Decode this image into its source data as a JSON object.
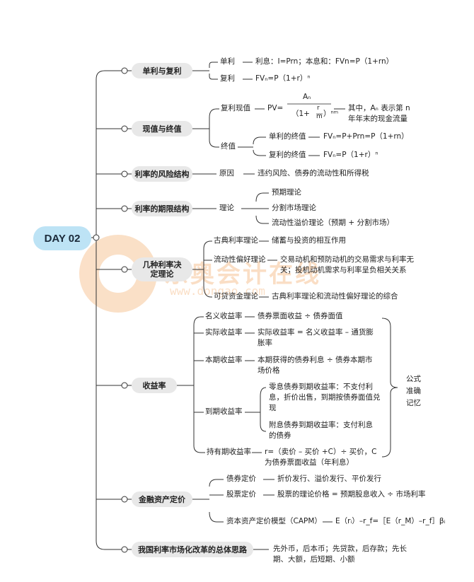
{
  "root": "DAY 02",
  "watermark": {
    "text": "东奥会计在线",
    "url": "www.dongao.com"
  },
  "simple_compound": {
    "label": "单利与复利",
    "simple": "单利",
    "simple_def": "利息：I=Prn；本息和：FVn=P（1+rn）",
    "compound": "复利",
    "compound_def": "FVₙ=P（1+r）ⁿ"
  },
  "pv_fv": {
    "label": "现值与终值",
    "cpv": "复利现值",
    "pv_prefix": "PV=",
    "pv_num": "Aₙ",
    "pv_den_a": "（1+",
    "pv_den_r": "r",
    "pv_den_m": "m",
    "pv_den_b": "）ⁿᵐ",
    "pv_note": "其中，Aₙ 表示第 n 年年末的现金流量",
    "fv": "终值",
    "fv_simple": "单利的终值",
    "fv_simple_def": "FVₙ=P+Prn=P（1+rn）",
    "fv_compound": "复利的终值",
    "fv_compound_def": "FVₙ=P（1+r）ⁿ"
  },
  "risk": {
    "label": "利率的风险结构",
    "cause": "原因",
    "cause_def": "违约风险、债券的流动性和所得税"
  },
  "term": {
    "label": "利率的期限结构",
    "theory": "理论",
    "items": [
      "预期理论",
      "分割市场理论",
      "流动性溢价理论（预期 + 分割市场）"
    ]
  },
  "theories": {
    "label": "几种利率决定理论",
    "classic": "古典利率理论",
    "classic_def": "储蓄与投资的相互作用",
    "liquidity": "流动性偏好理论",
    "liquidity_def": "交易动机和预防动机的交易需求与利率无关；投机动机需求与利率呈负相关关系",
    "loanable": "可贷资金理论",
    "loanable_def": "古典利率理论和流动性偏好理论的综合"
  },
  "yield": {
    "label": "收益率",
    "nominal": "名义收益率",
    "nominal_def": "债券票面收益 ÷ 债券面值",
    "real": "实际收益率",
    "real_def": "实际收益率 = 名义收益率 – 通货膨胀率",
    "current": "本期收益率",
    "current_def": "本期获得的债券利息 ÷ 债券本期市场价格",
    "ytm": "到期收益率",
    "ytm_zero": "零息债券到期收益率：不支付利息，折价出售，到期按债券面值兑现",
    "ytm_coupon": "附息债券到期收益率：支付利息的债券",
    "hpr": "持有期收益率",
    "hpr_def": "r=（卖价 – 买价 +C）÷ 买价，C 为债券票面收益（年利息）",
    "note": "公式准确记忆"
  },
  "pricing": {
    "label": "金融资产定价",
    "bond": "债券定价",
    "bond_def": "折价发行、溢价发行、平价发行",
    "stock": "股票定价",
    "stock_def": "股票的理论价格 = 预期股息收入 ÷ 市场利率",
    "capm": "资本资产定价模型（CAPM）",
    "capm_def": "E（rᵢ）–r_f=［E（r_M）–r_f］βᵢ"
  },
  "reform": {
    "label": "我国利率市场化改革的总体思路",
    "def": "先外币，后本币；先贷款，后存款；先长期、大额，后短期、小额"
  }
}
